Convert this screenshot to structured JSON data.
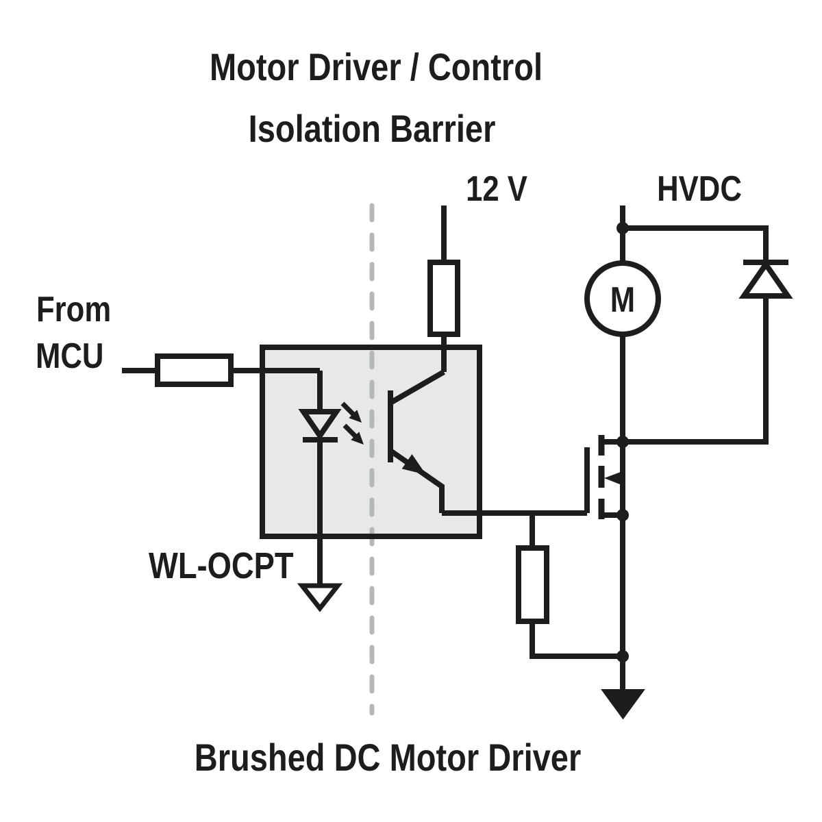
{
  "header": {
    "title_line1": "Motor Driver / Control",
    "title_line2": "Isolation Barrier"
  },
  "footer": {
    "caption": "Brushed DC Motor Driver"
  },
  "labels": {
    "supply": "12 V",
    "bus": "HVDC",
    "source_line1": "From",
    "source_line2": "MCU",
    "part": "WL-OCPT",
    "motor": "M"
  },
  "colors": {
    "line": "#1d1d1b",
    "optocoupler_fill": "#e7e9e8",
    "isolation_dash": "#b4b9b7",
    "background": "#ffffff"
  }
}
